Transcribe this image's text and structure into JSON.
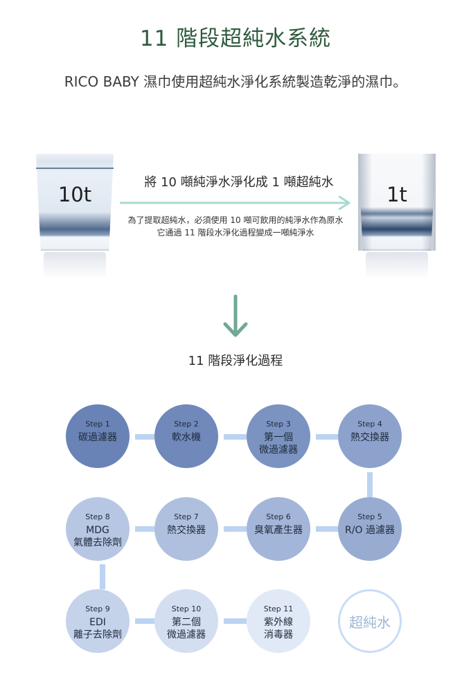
{
  "header": {
    "title": "11 階段超純水系統",
    "subtitle": "RICO BABY 濕巾使用超純水淨化系統製造乾淨的濕巾。"
  },
  "conversion": {
    "left_glass_label": "10t",
    "right_glass_label": "1t",
    "main_text": "將 10 噸純淨水淨化成 1 噸超純水",
    "note_line1": "為了提取超純水，必須使用 10 噸可飲用的純淨水作為原水",
    "note_line2": "它通過 11 階段水淨化過程變成一噸純淨水",
    "arrow_color": "#a7dbd2"
  },
  "process": {
    "title": "11 階段淨化過程",
    "arrow_color": "#6fa995",
    "connector_color": "#bcd3f1",
    "steps": [
      {
        "step": "Step 1",
        "label": "碳過濾器",
        "color": "#6a83b6"
      },
      {
        "step": "Step 2",
        "label": "軟水機",
        "color": "#7088ba"
      },
      {
        "step": "Step 3",
        "label": "第一個\n微過濾器",
        "color": "#7b93c0"
      },
      {
        "step": "Step 4",
        "label": "熱交換器",
        "color": "#8ca2cc"
      },
      {
        "step": "Step 5",
        "label": "R/O 過濾器",
        "color": "#98acd2"
      },
      {
        "step": "Step 6",
        "label": "臭氧產生器",
        "color": "#a3b5d8"
      },
      {
        "step": "Step 7",
        "label": "熱交換器",
        "color": "#afc0df"
      },
      {
        "step": "Step 8",
        "label": "MDG\n氣體去除劑",
        "color": "#b7c7e3"
      },
      {
        "step": "Step 9",
        "label": "EDI\n離子去除劑",
        "color": "#c4d2ea"
      },
      {
        "step": "Step 10",
        "label": "第二個\n微過濾器",
        "color": "#d3def1"
      },
      {
        "step": "Step 11",
        "label": "紫外線\n消毒器",
        "color": "#e1e9f7"
      }
    ],
    "final_label": "超純水",
    "final_color": "#9db6d8"
  }
}
